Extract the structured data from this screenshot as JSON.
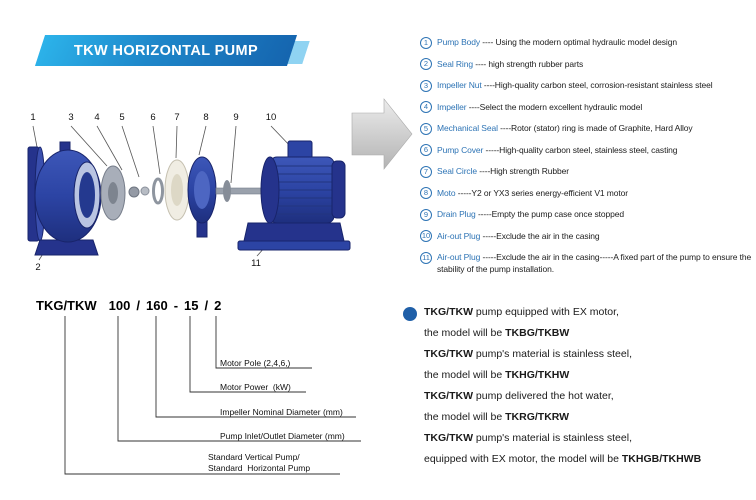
{
  "banner": {
    "title": "TKW HORIZONTAL PUMP"
  },
  "colors": {
    "banner_blue_light": "#2cb3ea",
    "banner_blue_dark": "#1565af",
    "accent_blue": "#2e74b5",
    "pump_blue": "#2c44a4",
    "bullet_blue": "#1f5fa8"
  },
  "diagram": {
    "numbers": [
      "1",
      "3",
      "4",
      "5",
      "6",
      "7",
      "8",
      "9",
      "10",
      "2",
      "11"
    ]
  },
  "parts": [
    {
      "num": "1",
      "name": "Pump Body",
      "desc": " ---- Using the modern optimal hydraulic model design"
    },
    {
      "num": "2",
      "name": "Seal Ring",
      "desc": " ---- high strength rubber parts"
    },
    {
      "num": "3",
      "name": "Impeller Nut",
      "desc": " ----High-quality carbon steel, corrosion-resistant stainless steel"
    },
    {
      "num": "4",
      "name": "Impeller",
      "desc": " ----Select the modern excellent hydraulic model"
    },
    {
      "num": "5",
      "name": "Mechanical Seal",
      "desc": " ----Rotor (stator) ring is made of Graphite, Hard Alloy"
    },
    {
      "num": "6",
      "name": "Pump Cover",
      "desc": " -----High-quality carbon steel, stainless steel, casting"
    },
    {
      "num": "7",
      "name": "Seal Circle",
      "desc": " ----High strength Rubber"
    },
    {
      "num": "8",
      "name": "Moto",
      "desc": " -----Y2 or YX3 series energy-efficient V1 motor"
    },
    {
      "num": "9",
      "name": "Drain Plug",
      "desc": " -----Empty the pump case once stopped"
    },
    {
      "num": "10",
      "name": "Air-out Plug",
      "desc": " -----Exclude the air in the casing"
    },
    {
      "num": "11",
      "name": "Air-out Plug",
      "desc": " -----Exclude the air in the casing-----A fixed part of the pump to ensure the stability of the pump installation."
    }
  ],
  "model": {
    "tokens": [
      "TKG/TKW",
      "100",
      "/",
      "160",
      "-",
      "15",
      "/",
      "2"
    ],
    "labels": {
      "motor_pole": "Motor Pole (2,4,6,)",
      "motor_power": "Motor Power  (kW)",
      "impeller_diameter": "Impeller Nominal Diameter (mm)",
      "inlet_outlet": "Pump Inlet/Outlet Diameter (mm)",
      "standard_line1": "Standard Vertical Pump/",
      "standard_line2": "Standard  Horizontal Pump"
    }
  },
  "notes": {
    "lines": [
      {
        "bold_start": "TKG/TKW",
        "text": " pump equipped with EX motor,",
        "bold_end": ""
      },
      {
        "bold_start": "",
        "text": "the model will be ",
        "bold_end": "TKBG/TKBW"
      },
      {
        "bold_start": "TKG/TKW",
        "text": " pump's material is stainless steel,",
        "bold_end": ""
      },
      {
        "bold_start": "",
        "text": "the model will be ",
        "bold_end": "TKHG/TKHW"
      },
      {
        "bold_start": "TKG/TKW",
        "text": " pump delivered the hot water,",
        "bold_end": ""
      },
      {
        "bold_start": "",
        "text": "the model will be ",
        "bold_end": "TKRG/TKRW"
      },
      {
        "bold_start": "TKG/TKW",
        "text": " pump's material is stainless steel,",
        "bold_end": ""
      },
      {
        "bold_start": "",
        "text": "equipped with EX motor, the model will be ",
        "bold_end": "TKHGB/TKHWB"
      }
    ]
  }
}
